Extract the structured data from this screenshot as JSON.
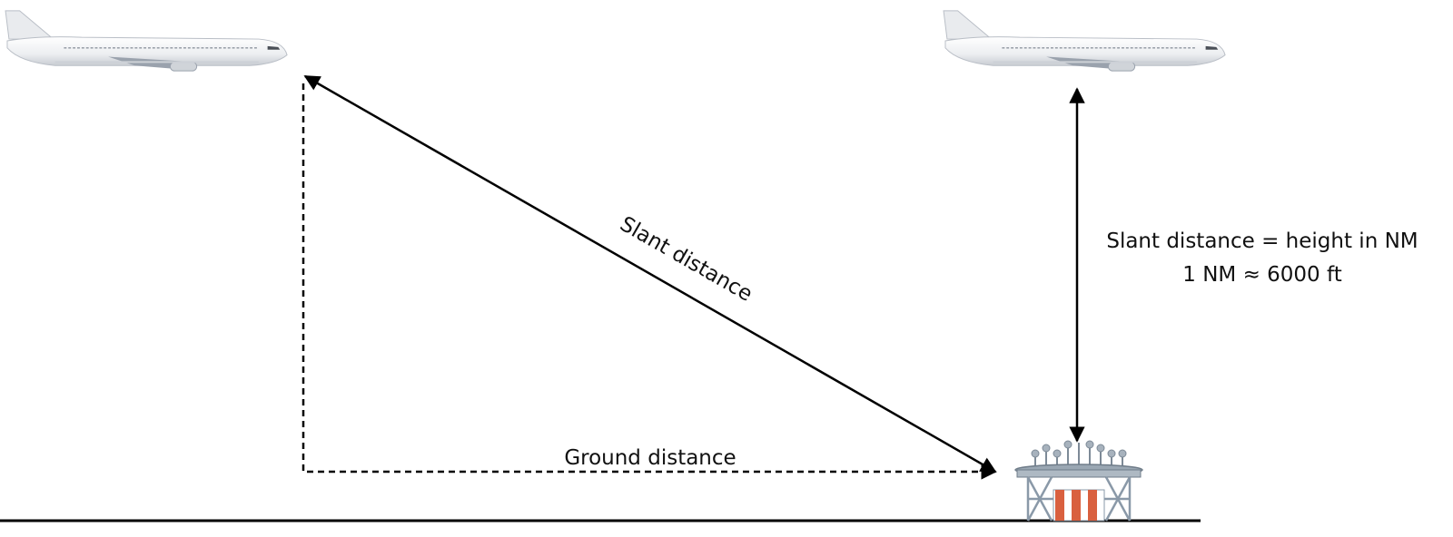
{
  "labels": {
    "slant": "Slant distance",
    "ground": "Ground distance",
    "height_line1": "Slant distance = height in NM",
    "height_line2": "1 NM ≈ 6000 ft"
  },
  "objects": {
    "aircraft_left": "airliner",
    "aircraft_right": "airliner",
    "ground_station": "dme-ground-station"
  },
  "colors": {
    "line": "#000000",
    "station_steel": "#8a99a8",
    "station_stripe_red": "#d9603f",
    "station_stripe_white": "#ffffff",
    "fuselage": "#f2f3f5"
  }
}
